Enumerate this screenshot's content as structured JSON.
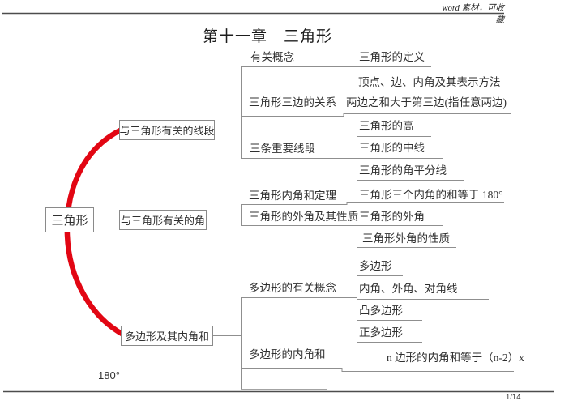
{
  "page": {
    "header_note": "word 素材，可收藏",
    "title": "第十一章　三角形",
    "page_number": "1/14",
    "formula_wrap": "180°"
  },
  "colors": {
    "accent_red": "#e20613",
    "line_gray": "#8f8f8f",
    "rule_gray": "#4d4d4d",
    "stub_gray": "#a3a3a3"
  },
  "mindmap": {
    "root": "三角形",
    "branches": [
      {
        "label": "与三角形有关的线段",
        "topics": [
          {
            "label": "有关概念",
            "details": [
              "三角形的定义",
              "顶点、边、内角及其表示方法"
            ]
          },
          {
            "label": "三角形三边的关系",
            "details": [
              "两边之和大于第三边(指任意两边)"
            ]
          },
          {
            "label": "三条重要线段",
            "details": [
              "三角形的高",
              "三角形的中线",
              "三角形的角平分线"
            ]
          }
        ]
      },
      {
        "label": "与三角形有关的角",
        "topics": [
          {
            "label": "三角形内角和定理",
            "details": [
              "三角形三个内角的和等于 180°"
            ]
          },
          {
            "label": "三角形的外角及其性质",
            "details": [
              "三角形的外角",
              "三角形外角的性质"
            ]
          }
        ]
      },
      {
        "label": "多边形及其内角和",
        "topics": [
          {
            "label": "多边形的有关概念",
            "details": [
              "多边形",
              "内角、外角、对角线",
              "凸多边形",
              "正多边形"
            ]
          },
          {
            "label": "多边形的内角和",
            "details": [
              "n 边形的内角和等于（n-2）x"
            ]
          }
        ]
      }
    ]
  }
}
